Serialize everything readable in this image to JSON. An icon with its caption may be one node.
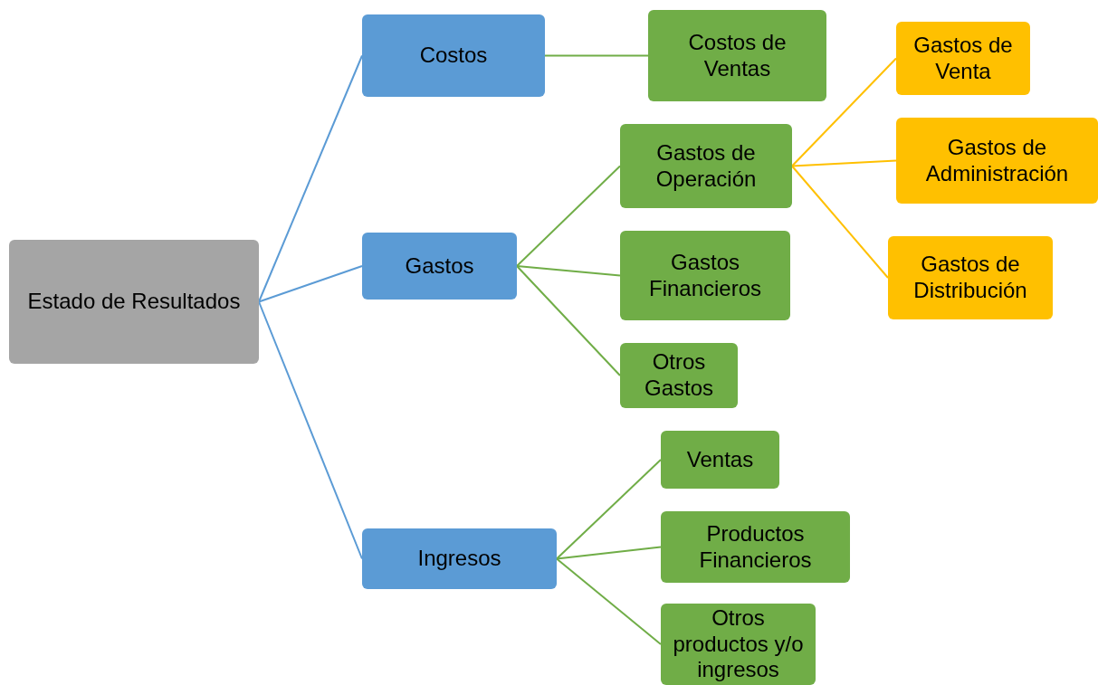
{
  "diagram": {
    "nodes": [
      {
        "text": [
          "Estado de Resultados"
        ]
      },
      {
        "text": [
          "Costos"
        ]
      },
      {
        "text": [
          "Gastos"
        ]
      },
      {
        "text": [
          "Ingresos"
        ]
      },
      {
        "text": [
          "Costos de Ventas"
        ]
      },
      {
        "text": [
          "Gastos de Operación"
        ]
      },
      {
        "text": [
          "Gastos Financieros"
        ]
      },
      {
        "text": [
          "Otros Gastos"
        ]
      },
      {
        "text": [
          "Gastos de Venta"
        ]
      },
      {
        "text": [
          "Gastos de Administración"
        ]
      },
      {
        "text": [
          "Gastos de Distribución"
        ]
      },
      {
        "text": [
          "Ventas"
        ]
      },
      {
        "text": [
          "Productos Financieros"
        ]
      },
      {
        "text": [
          "Otros productos y/o ingresos"
        ]
      }
    ],
    "edges": [
      {
        "from": 0,
        "to": 1,
        "arrow": "none",
        "color": "#5b9bd5"
      },
      {
        "from": 0,
        "to": 2,
        "arrow": "none",
        "color": "#5b9bd5"
      },
      {
        "from": 0,
        "to": 3,
        "arrow": "none",
        "color": "#5b9bd5"
      },
      {
        "from": 1,
        "to": 4,
        "arrow": "none"
      },
      {
        "from": 2,
        "to": 5,
        "arrow": "none"
      },
      {
        "from": 2,
        "to": 6,
        "arrow": "none"
      },
      {
        "from": 2,
        "to": 7,
        "arrow": "none"
      },
      {
        "from": 5,
        "to": 8,
        "arrow": "none",
        "color": "#ffc000"
      },
      {
        "from": 5,
        "to": 9,
        "arrow": "none",
        "color": "#ffc000"
      },
      {
        "from": 5,
        "to": 10,
        "arrow": "none",
        "color": "#ffc000"
      },
      {
        "from": 3,
        "to": 11,
        "arrow": "none"
      },
      {
        "from": 3,
        "to": 12,
        "arrow": "none"
      },
      {
        "from": 3,
        "to": 13,
        "arrow": "none"
      }
    ]
  }
}
